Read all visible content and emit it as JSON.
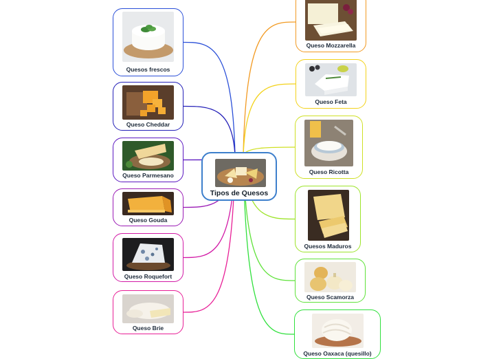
{
  "center": {
    "label": "Tipos de Quesos",
    "border_color": "#3d7fcc"
  },
  "left_nodes": [
    {
      "id": "frescos",
      "label": "Quesos frescos",
      "color": "#2a4fd8",
      "image": "fresh-cheese-basil"
    },
    {
      "id": "cheddar",
      "label": "Queso Cheddar",
      "color": "#2420b8",
      "image": "cheddar-cubes"
    },
    {
      "id": "parmesano",
      "label": "Queso Parmesano",
      "color": "#5a16c0",
      "image": "parmesan-grated"
    },
    {
      "id": "gouda",
      "label": "Queso Gouda",
      "color": "#9a1ab5",
      "image": "gouda-wedge"
    },
    {
      "id": "roquefort",
      "label": "Queso Roquefort",
      "color": "#d21aa6",
      "image": "roquefort-blue"
    },
    {
      "id": "brie",
      "label": "Queso Brie",
      "color": "#e81e96",
      "image": "brie-wheel"
    }
  ],
  "right_nodes": [
    {
      "id": "mozzarella",
      "label": "Queso Mozzarella",
      "color": "#f29a22",
      "image": "mozzarella-slices"
    },
    {
      "id": "feta",
      "label": "Queso Feta",
      "color": "#f3d21a",
      "image": "feta-block"
    },
    {
      "id": "ricotta",
      "label": "Queso Ricotta",
      "color": "#cfe024",
      "image": "ricotta-bowl"
    },
    {
      "id": "maduros",
      "label": "Quesos Maduros",
      "color": "#9de42a",
      "image": "aged-wedges"
    },
    {
      "id": "scamorza",
      "label": "Queso Scamorza",
      "color": "#5fe23a",
      "image": "scamorza-balls"
    },
    {
      "id": "oaxaca",
      "label": "Queso Oaxaca (quesillo)",
      "color": "#2fe03c",
      "image": "oaxaca-ball"
    }
  ]
}
